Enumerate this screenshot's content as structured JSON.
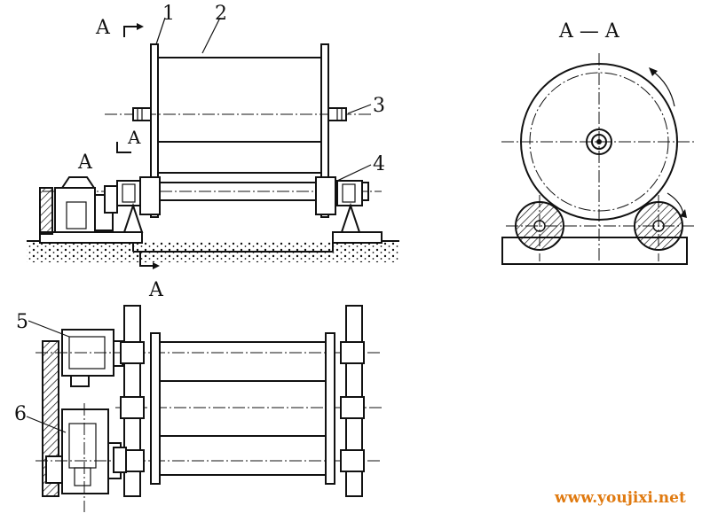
{
  "labels": {
    "section_mark_top": "A",
    "section_mark_mid": "A",
    "section_mark_bottom": "A",
    "view_label_left": "A",
    "section_title": "A — A",
    "part_1": "1",
    "part_2": "2",
    "part_3": "3",
    "part_4": "4",
    "part_5": "5",
    "part_6": "6"
  },
  "watermark": "www.youjixi.net",
  "colors": {
    "line": "#111111",
    "watermark": "#e07a10",
    "background": "#ffffff"
  }
}
